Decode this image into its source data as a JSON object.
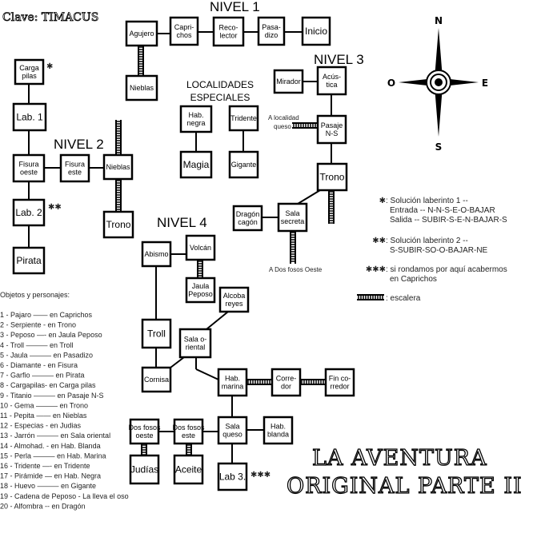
{
  "clave": "Clave: TIMACUS",
  "levels": {
    "n1": "NIVEL 1",
    "n2": "NIVEL 2",
    "n3": "NIVEL 3",
    "n4": "NIVEL 4"
  },
  "special": [
    "LOCALIDADES",
    "ESPECIALES"
  ],
  "rooms": {
    "agujero": [
      "Agujero"
    ],
    "caprichos": [
      "Capri-",
      "chos"
    ],
    "recolector": [
      "Reco-",
      "lector"
    ],
    "pasadizo": [
      "Pasa-",
      "dizo"
    ],
    "inicio": [
      "Inicio"
    ],
    "nieblas1": [
      "Nieblas"
    ],
    "cargapilas": [
      "Carga",
      "pilas"
    ],
    "lab1": [
      "Lab. 1"
    ],
    "fisuraoeste": [
      "Fisura",
      "oeste"
    ],
    "fisuraeste": [
      "Fisura",
      "este"
    ],
    "nieblas2": [
      "Nieblas"
    ],
    "trono2": [
      "Trono"
    ],
    "lab2": [
      "Lab. 2"
    ],
    "pirata": [
      "Pirata"
    ],
    "habnegra": [
      "Hab.",
      "negra"
    ],
    "magia": [
      "Magia"
    ],
    "tridente": [
      "Tridente"
    ],
    "gigante": [
      "Gigante"
    ],
    "mirador": [
      "Mirador"
    ],
    "acustica": [
      "Acús-",
      "tica"
    ],
    "pasajens": [
      "Pasaje",
      "N-S"
    ],
    "trono3": [
      "Trono"
    ],
    "salasecreta": [
      "Sala",
      "secreta"
    ],
    "dragon": [
      "Dragón",
      "cagón"
    ],
    "abismo": [
      "Abismo"
    ],
    "volcan": [
      "Volcán"
    ],
    "jaulapeposo": [
      "Jaula",
      "Peposo"
    ],
    "alcoba": [
      "Alcoba",
      "reyes"
    ],
    "troll": [
      "Troll"
    ],
    "salaoriental": [
      "Sala o-",
      "riental"
    ],
    "cornisa": [
      "Cornisa"
    ],
    "habmarina": [
      "Hab.",
      "marina"
    ],
    "corredor": [
      "Corre-",
      "dor"
    ],
    "fincorredor": [
      "Fin co-",
      "rredor"
    ],
    "salaqueso": [
      "Sala",
      "queso"
    ],
    "habblanda": [
      "Hab.",
      "blanda"
    ],
    "dosfososoeste": [
      "Dos fosos",
      "oeste"
    ],
    "dosfoseste": [
      "Dos fosos",
      "este"
    ],
    "judias": [
      "Judías"
    ],
    "aceite": [
      "Aceite"
    ],
    "lab3": [
      "Lab 3."
    ]
  },
  "notes": {
    "queso": [
      "A localidad",
      "queso"
    ],
    "dosfosos": "A Dos fosos Oeste",
    "star1": "✱",
    "star2": "✱✱",
    "star3": "✱✱✱"
  },
  "compass": {
    "n": "N",
    "s": "S",
    "e": "E",
    "o": "O"
  },
  "legend": [
    {
      "mark": "✱",
      "lines": [
        ": Solución laberinto 1 --",
        "Entrada -- N-N-S-E-O-BAJAR",
        "Salida -- SUBIR-S-E-N-BAJAR-S"
      ]
    },
    {
      "mark": "✱✱",
      "lines": [
        ": Solución laberinto 2 --",
        "S-SUBIR-SO-O-BAJAR-NE"
      ]
    },
    {
      "mark": "✱✱✱",
      "lines": [
        ": si rondamos por aquí acabermos",
        "en Caprichos"
      ]
    },
    {
      "mark": "ladder",
      "lines": [
        ": escalera"
      ]
    }
  ],
  "objects_title": "Objetos y personajes:",
  "objects": [
    "1 -  Pajaro —— en Caprichos",
    "2 -  Serpiente - en Trono",
    "3 -  Peposo —- en Jaula Peposo",
    "4 -  Troll ——— en Troll",
    "5 -  Jaula ——— en Pasadizo",
    "6 -  Diamante - en Fisura",
    "7 -  Garfio ——— en Pirata",
    "8 -  Cargapilas- en Carga pilas",
    "9 -  Titanio ——— en Pasaje N-S",
    "10 - Gema ——— en Trono",
    "11 - Pepita —— en Nieblas",
    "12 - Especias - en Judias",
    "13 - Jarrón ——— en Sala oriental",
    "14 - Almohad. - en Hab. Blanda",
    "15 - Perla ——— en Hab. Marina",
    "16 - Tridente —- en Tridente",
    "17 - Pirámide — en Hab. Negra",
    "18 - Huevo ——— en Gigante",
    "19 - Cadena de Peposo - La lleva el oso",
    "20 - Alfombra -- en Dragón"
  ],
  "title": [
    "LA AVENTURA",
    "ORIGINAL PARTE II"
  ]
}
